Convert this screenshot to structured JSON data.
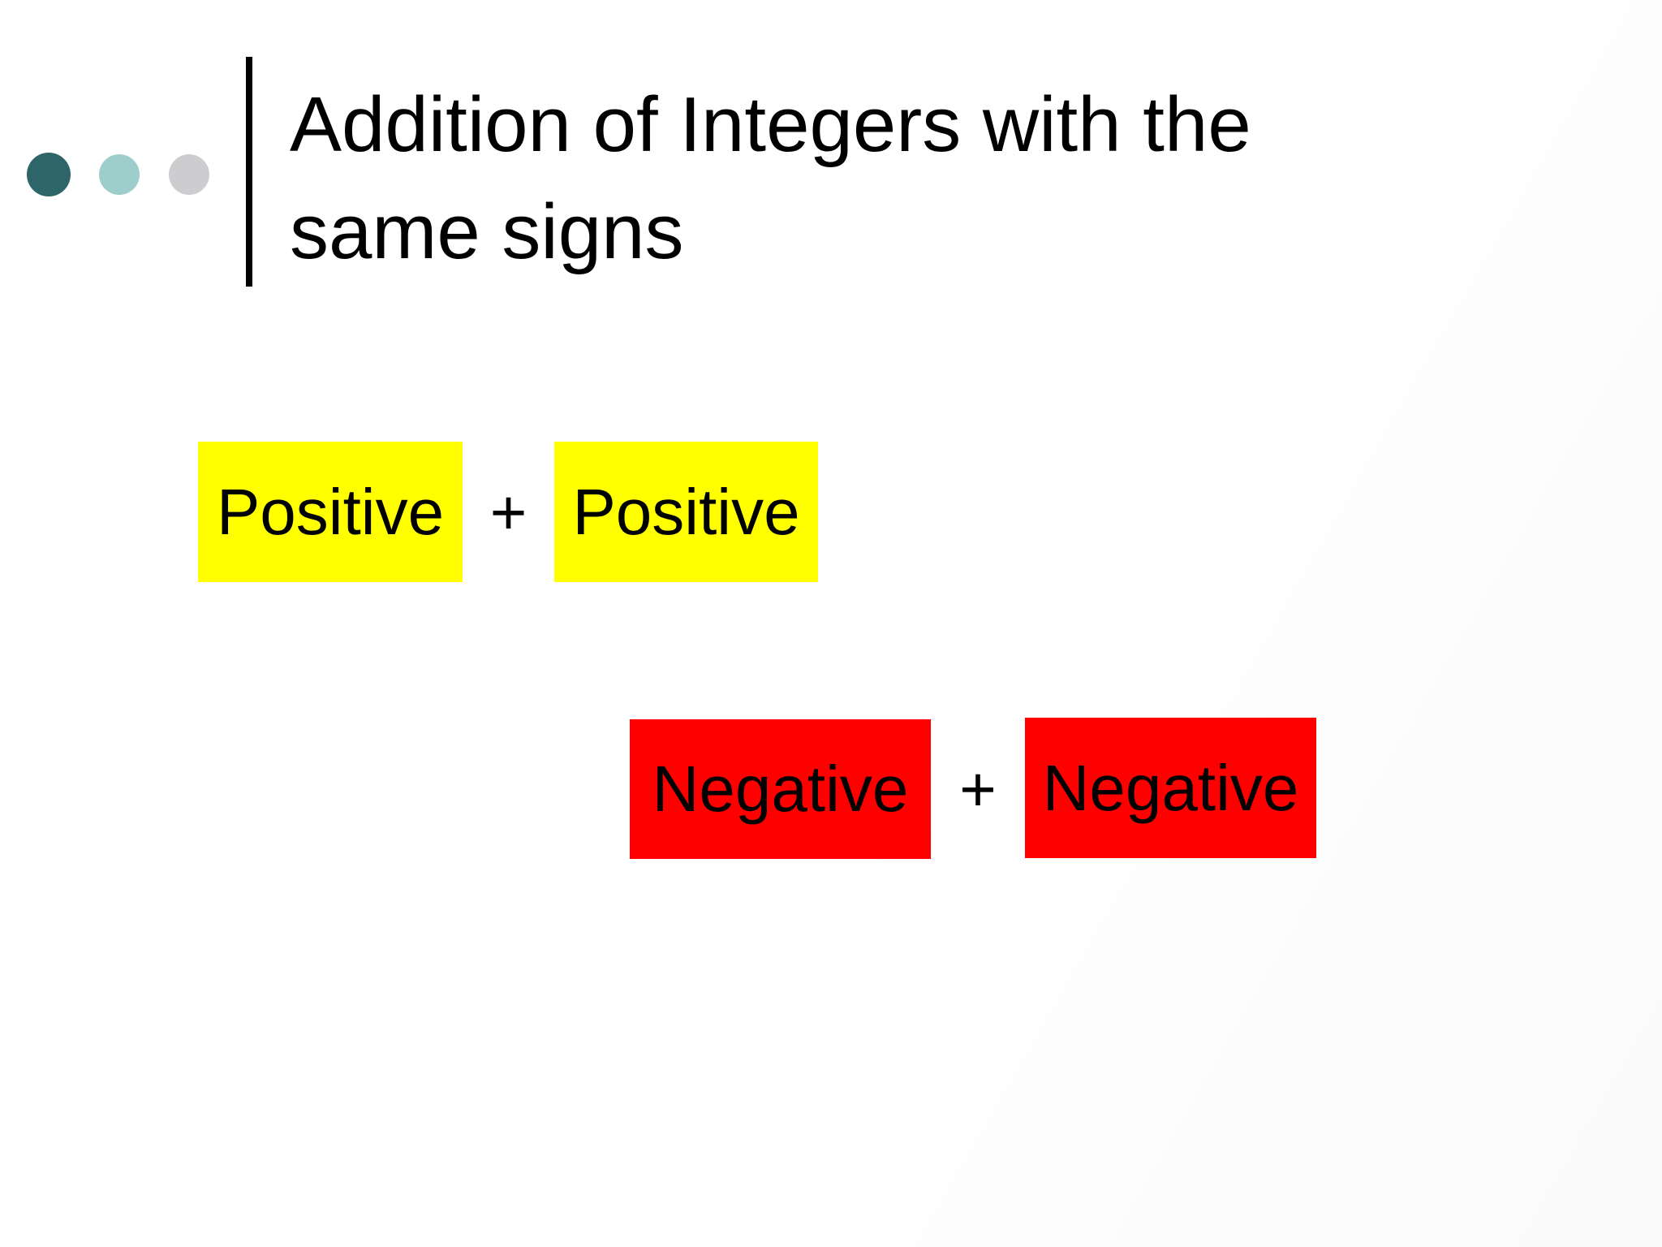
{
  "slide": {
    "title": {
      "line1": "Addition of Integers with the",
      "line2": "same signs"
    },
    "equation_rows": [
      {
        "operand1": "Positive",
        "operator": "+",
        "operand2": "Positive",
        "box_color": "#FFFF00"
      },
      {
        "operand1": "Negative",
        "operator": "+",
        "operand2": "Negative",
        "box_color": "#FF0000"
      }
    ],
    "colors": {
      "text": "#000000",
      "divider_line": "#000000",
      "accent_dot_dark_teal": "#2E6568",
      "accent_dot_light_teal": "#9DCECB",
      "accent_dot_gray": "#CDCDCF",
      "background": "#FFFFFF"
    }
  }
}
